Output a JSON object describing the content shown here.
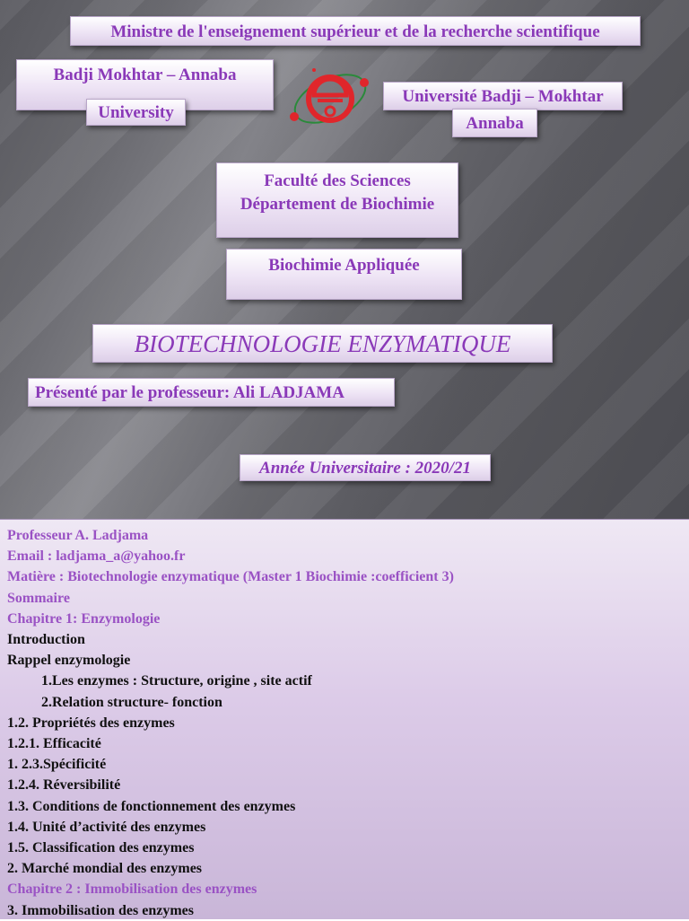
{
  "slide": {
    "ministry": "Ministre de l'enseignement supérieur et de la recherche scientifique",
    "uni_en_line1": "Badji Mokhtar – Annaba",
    "uni_en_line2": "University",
    "uni_fr_line1": "Université Badji – Mokhtar",
    "uni_fr_line2": "Annaba",
    "faculty": "Faculté des Sciences",
    "department": "Département de Biochimie",
    "specialty": "Biochimie Appliquée",
    "title": "BIOTECHNOLOGIE ENZYMATIQUE",
    "presenter": "Présenté par le professeur: Ali  LADJAMA",
    "year": "Année Universitaire : 2020/21",
    "logo_icon": "university-emblem-icon",
    "colors": {
      "accent": "#8a39b8",
      "logo_red": "#e0262b",
      "logo_green": "#2a8a3a"
    }
  },
  "document": {
    "lines": [
      {
        "text": "Professeur A. Ladjama",
        "style": "purple"
      },
      {
        "text": "Email : ladjama_a@yahoo.fr",
        "style": "purple"
      },
      {
        "text": "Matière : Biotechnologie enzymatique (Master 1 Biochimie :coefficient 3)",
        "style": "purple"
      },
      {
        "text": "Sommaire",
        "style": "purple"
      },
      {
        "text": "Chapitre 1: Enzymologie",
        "style": "purple"
      },
      {
        "text": "Introduction",
        "style": "black"
      },
      {
        "text": "Rappel enzymologie",
        "style": "black"
      },
      {
        "text": "1.Les enzymes : Structure, origine , site actif",
        "style": "black-indent"
      },
      {
        "text": "2.Relation structure- fonction",
        "style": "black-indent"
      },
      {
        "text": "1.2. Propriétés  des enzymes",
        "style": "black"
      },
      {
        "text": "1.2.1. Efficacité",
        "style": "black"
      },
      {
        "text": "1. 2.3.Spécificité",
        "style": "black"
      },
      {
        "text": "1.2.4. Réversibilité",
        "style": "black"
      },
      {
        "text": "1.3. Conditions de fonctionnement des enzymes",
        "style": "black"
      },
      {
        "text": "1.4. Unité d’activité des enzymes",
        "style": "black"
      },
      {
        "text": "1.5. Classification des enzymes",
        "style": "black"
      },
      {
        "text": "2. Marché mondial des enzymes",
        "style": "black"
      },
      {
        "text": "Chapitre 2 : Immobilisation des enzymes",
        "style": "purple"
      },
      {
        "text": "3. Immobilisation des enzymes",
        "style": "black"
      }
    ]
  }
}
